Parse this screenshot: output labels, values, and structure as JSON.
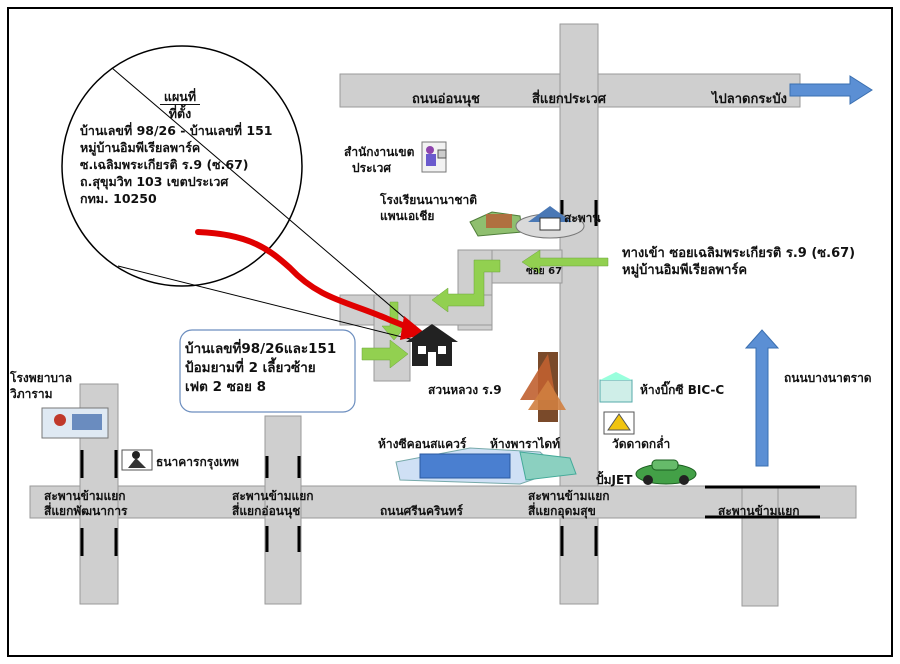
{
  "info_circle": {
    "heading": "แผนที่",
    "subheading": "ที่ตั้ง",
    "lines": [
      "บ้านเลขที่ 98/26 - บ้านเลขที่ 151",
      "หมู่บ้านอิมพีเรียลพาร์ค",
      "ซ.เฉลิมพระเกียรติ ร.9 (ซ.67)",
      "ถ.สุขุมวิท 103 เขตประเวศ",
      "กทม.  10250"
    ]
  },
  "direction_box": {
    "lines": [
      "บ้านเลขที่98/26และ151",
      "ป้อมยามที่ 2 เลี้ยวซ้าย",
      "เฟต 2  ซอย 8"
    ]
  },
  "labels": {
    "road_onnut": "ถนนอ่อนนุช",
    "intersection_prawet": "สี่แยกประเวศ",
    "to_lat_krabang": "ไปลาดกระบัง",
    "district_office_1": "สำนักงานเขต",
    "district_office_2": "ประเวศ",
    "panya_school_1": "โรงเรียนนานาชาติ",
    "panya_school_2": "แพนเอเชีย",
    "bridge_top": "สะพาน",
    "soi_entrance_1": "ทางเข้า ซอยเฉลิมพระเกียรติ ร.9 (ซ.67)",
    "soi_entrance_2": "หมู่บ้านอิมพีเรียลพาร์ค",
    "soi67": "ซอย 67",
    "hospital_1": "โรงพยาบาล",
    "hospital_2": "วิภาราม",
    "bangkok_bank": "ธนาคารกรุงเทพ",
    "suan_luang": "สวนหลวง ร.9",
    "bigc": "ห้างบิ๊กซี  BIC-C",
    "wat": "วัดดาดกล่ำ",
    "road_bang_na": "ถนนบางนาตราด",
    "seacon": "ห้างซีคอนสแควร์",
    "paradise": "ห้างพาราไดท์",
    "jet": "ปั้มJET",
    "bridge_phatthanakan_1": "สะพานข้ามแยก",
    "bridge_phatthanakan_2": "สี่แยกพัฒนาการ",
    "bridge_onnut_1": "สะพานข้ามแยก",
    "bridge_onnut_2": "สี่แยกอ่อนนุช",
    "road_srinakarin": "ถนนศรีนครินทร์",
    "bridge_udomsuk_1": "สะพานข้ามแยก",
    "bridge_udomsuk_2": "สี่แยกอุดมสุข",
    "bridge_bangna": "สะพานข้ามแยก"
  },
  "colors": {
    "road": "#cfcfcf",
    "road_border": "#9a9a9a",
    "blue_arrow": "#5b8fd4",
    "green_arrow": "#92d050",
    "red_route": "#e00000",
    "frame": "#000000"
  },
  "icons": [
    "computer-user-icon",
    "school-building-icon",
    "house-icon",
    "pavilion-icon",
    "bigc-store-icon",
    "temple-icon",
    "car-icon",
    "bank-robber-icon",
    "hospital-icon",
    "mall-icon"
  ]
}
